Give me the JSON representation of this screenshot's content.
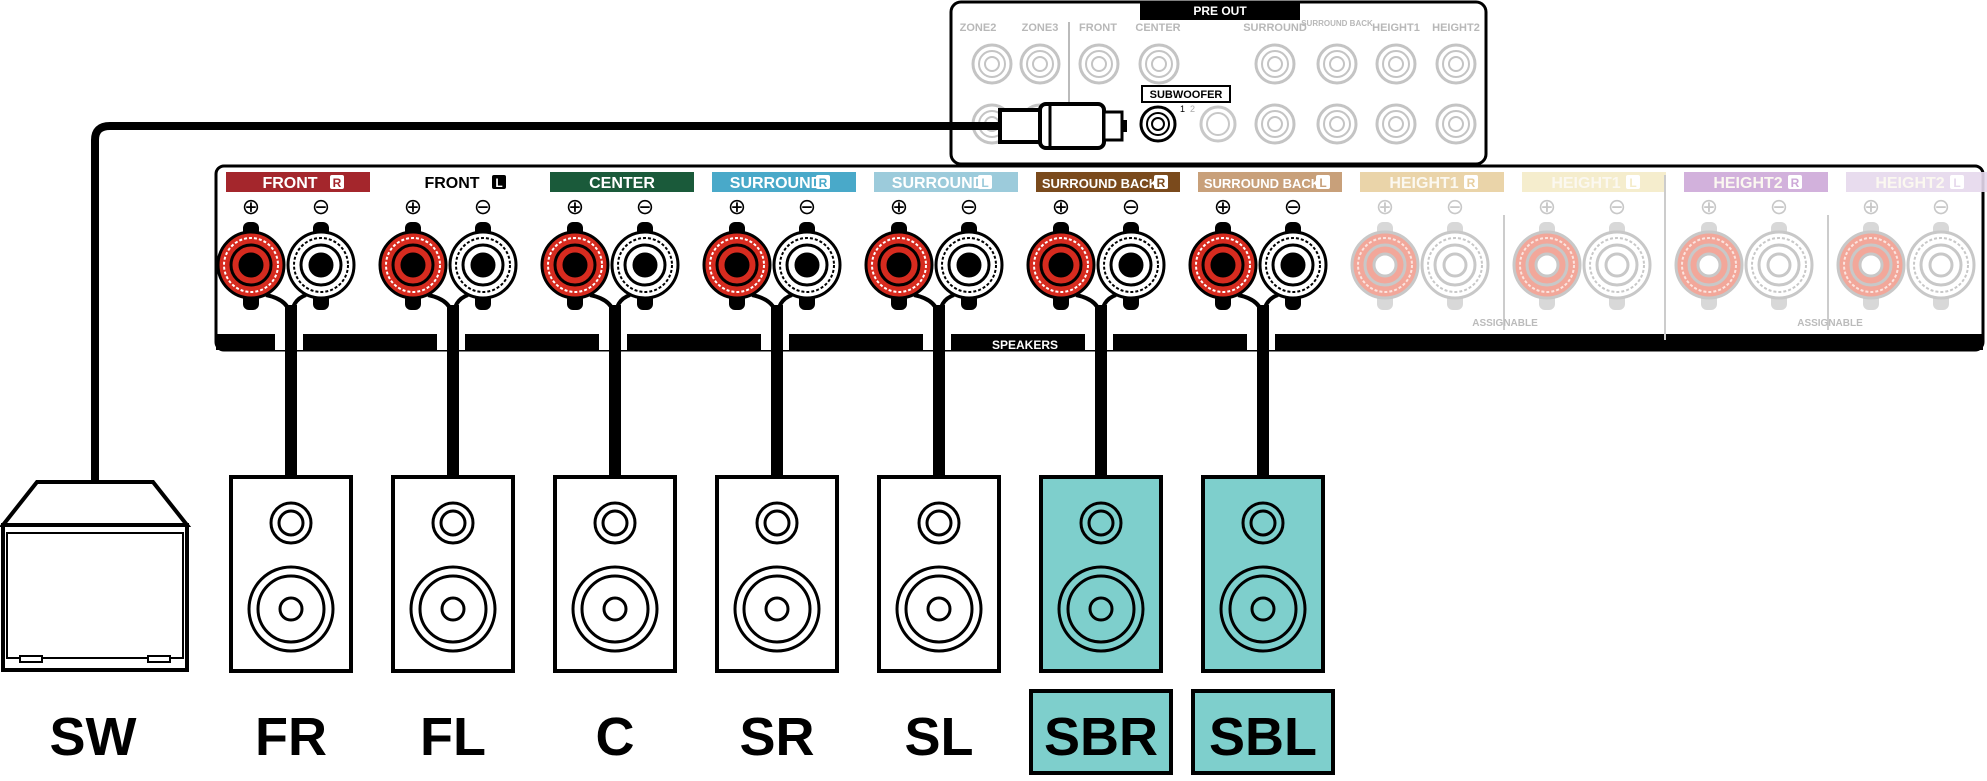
{
  "preout": {
    "title": "PRE OUT",
    "jacks": [
      "ZONE2",
      "ZONE3",
      "FRONT",
      "CENTER",
      "SURROUND",
      "SURROUND BACK",
      "HEIGHT1",
      "HEIGHT2"
    ],
    "subwoofer_label": "SUBWOOFER",
    "subwoofer_nums": [
      "1",
      "2"
    ]
  },
  "terminals": [
    {
      "label": "FRONT",
      "side": "R",
      "color": "#a4262c",
      "active": true
    },
    {
      "label": "FRONT",
      "side": "L",
      "color": "#ffffff",
      "active": true
    },
    {
      "label": "CENTER",
      "side": "",
      "color": "#1a5a3a",
      "active": true
    },
    {
      "label": "SURROUND",
      "side": "R",
      "color": "#49a9c9",
      "active": true
    },
    {
      "label": "SURROUND",
      "side": "L",
      "color": "#9ccbdb",
      "active": true
    },
    {
      "label": "SURROUND BACK",
      "side": "R",
      "color": "#7a4a1c",
      "active": true
    },
    {
      "label": "SURROUND BACK",
      "side": "L",
      "color": "#c8a07a",
      "active": true
    },
    {
      "label": "HEIGHT1",
      "side": "R",
      "color": "#e8cfa0",
      "active": false
    },
    {
      "label": "HEIGHT1",
      "side": "L",
      "color": "#f4ebc8",
      "active": false
    },
    {
      "label": "HEIGHT2",
      "side": "R",
      "color": "#cda8d8",
      "active": false
    },
    {
      "label": "HEIGHT2",
      "side": "L",
      "color": "#e6d8ec",
      "active": false
    }
  ],
  "polarity": {
    "plus": "⊕",
    "minus": "⊖"
  },
  "speakers_label": "SPEAKERS",
  "assignable_label": "ASSIGNABLE",
  "speakers": [
    {
      "label": "FR",
      "highlight": false
    },
    {
      "label": "FL",
      "highlight": false
    },
    {
      "label": "C",
      "highlight": false
    },
    {
      "label": "SR",
      "highlight": false
    },
    {
      "label": "SL",
      "highlight": false
    },
    {
      "label": "SBR",
      "highlight": true
    },
    {
      "label": "SBL",
      "highlight": true
    }
  ],
  "subwoofer": {
    "label": "SW"
  },
  "colors": {
    "highlight": "#7ecfcc",
    "terminal_red": "#d62b1f",
    "inactive": "#c8c8c8"
  }
}
